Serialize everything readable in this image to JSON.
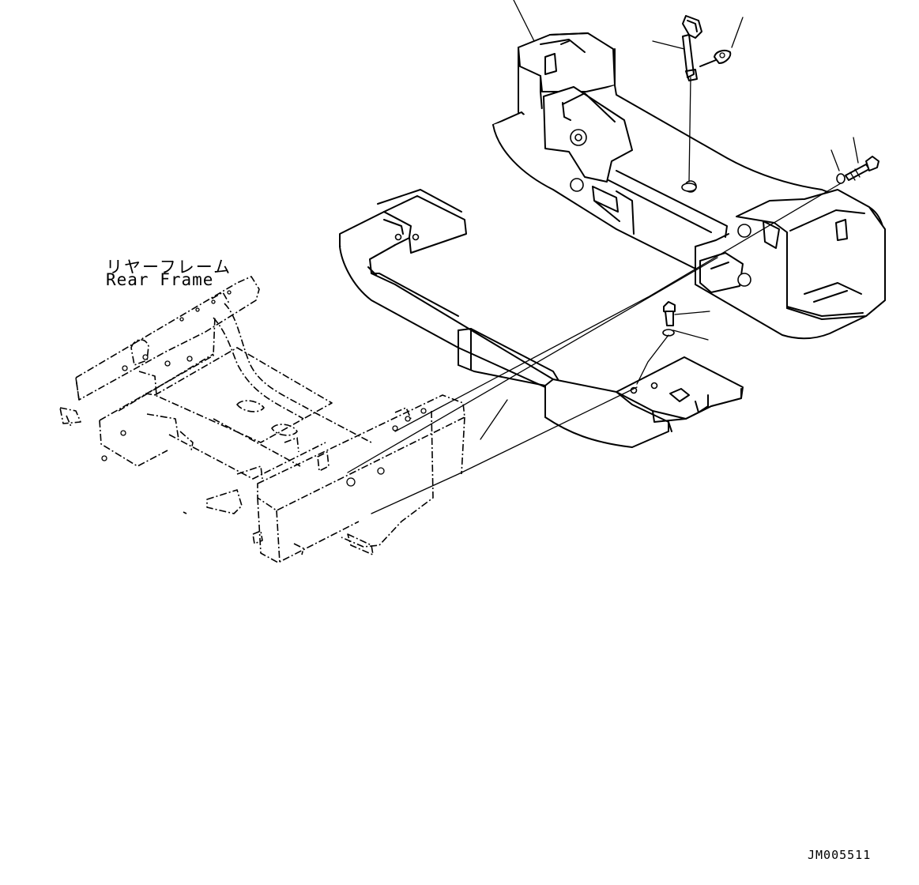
{
  "diagram": {
    "labels": {
      "rear_frame_jp": "リヤーフレーム",
      "rear_frame_en": "Rear Frame"
    },
    "drawing_id": "JM005511"
  }
}
